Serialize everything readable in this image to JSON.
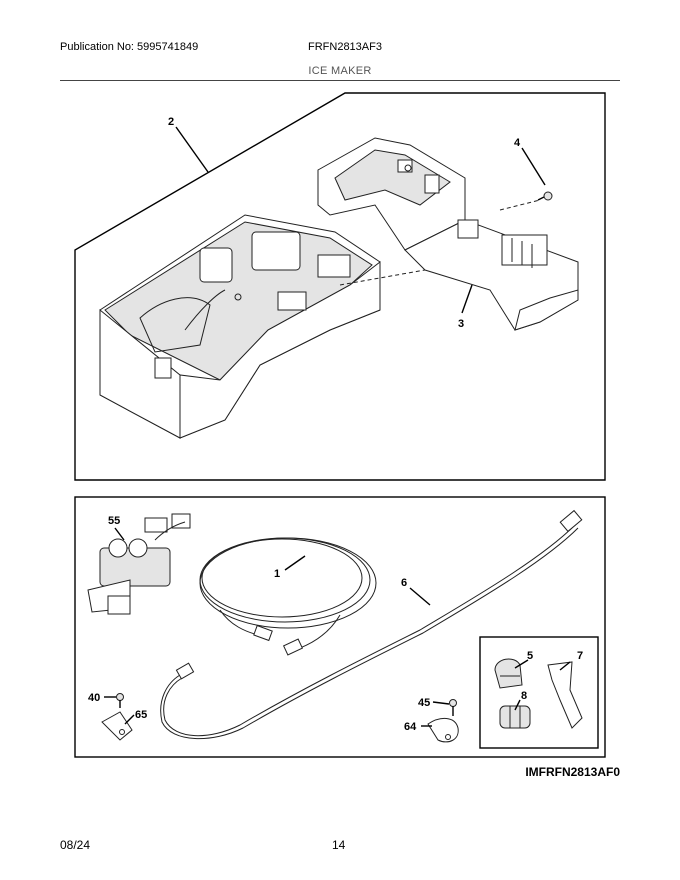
{
  "header": {
    "publication": "Publication No: 5995741849",
    "model": "FRFN2813AF3",
    "section_title": "ICE MAKER"
  },
  "callouts": {
    "upper": [
      "2",
      "3",
      "4"
    ],
    "lower": [
      "55",
      "1",
      "6",
      "5",
      "7",
      "8",
      "40",
      "65",
      "45",
      "64"
    ]
  },
  "drawing_code": "IMFRFN2813AF0",
  "footer": {
    "date": "08/24",
    "page": "14"
  }
}
